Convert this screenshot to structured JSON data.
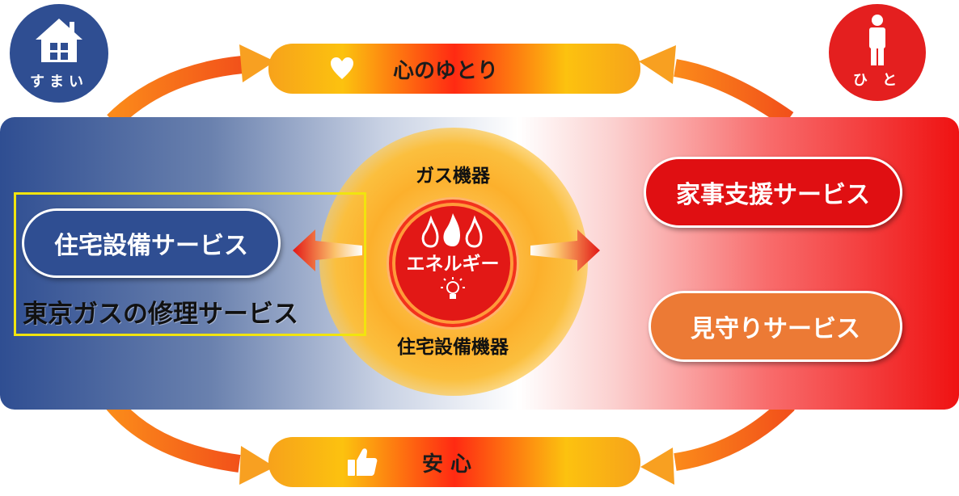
{
  "badges": {
    "home": {
      "label": "すまい",
      "icon": "house-icon",
      "color": "#2f4e92"
    },
    "person": {
      "label": "ひ と",
      "icon": "person-icon",
      "color": "#e41f1f"
    }
  },
  "cycle": {
    "top_label": "心のゆとり",
    "top_icon": "heart-icon",
    "bottom_label": "安 心",
    "bottom_icon": "thumbs-up-icon"
  },
  "center": {
    "top_label": "ガス機器",
    "core_label": "エネルギー",
    "bottom_label": "住宅設備機器",
    "core_icons": [
      "flame-icon",
      "flame-icon",
      "flame-icon",
      "lightbulb-icon"
    ]
  },
  "left": {
    "service": "住宅設備サービス",
    "highlight": "東京ガスの修理サービス"
  },
  "right": {
    "service_1": "家事支援サービス",
    "service_2": "見守りサービス"
  },
  "colors": {
    "blue": "#2f4e92",
    "red": "#e00f12",
    "orange": "#ec7a35",
    "highlight_border": "#f1e40e"
  }
}
